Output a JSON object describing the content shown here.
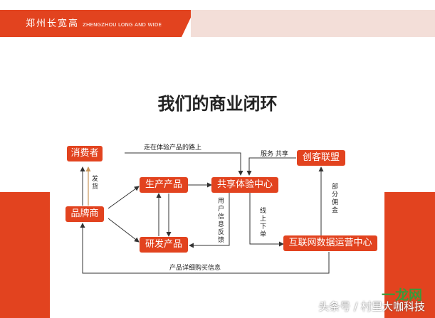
{
  "header": {
    "title_zh": "郑州长宽高",
    "title_en": "ZHENGZHOU LONG AND WIDE"
  },
  "main_title": "我们的商业闭环",
  "nodes": {
    "consumer": "消费者",
    "brand": "品牌商",
    "produce": "生产产品",
    "rnd": "研发产品",
    "experience_center": "共享体验中心",
    "alliance": "创客联盟",
    "data_ops": "互联网数据运营中心"
  },
  "edge_labels": {
    "consumer_to_center": "走在体验产品的路上",
    "shipping": "发货",
    "service_share": "服务 共享",
    "user_feedback": "用户信息反馈",
    "online_offline": "线上下单",
    "commission": "部分佣金",
    "product_info": "产品详细购买信息"
  },
  "watermark": {
    "logo": "一龙网",
    "text": "头条号 / 村里大咖科技"
  },
  "colors": {
    "accent": "#e2431f",
    "header_light": "#f3ded8",
    "arrow": "#333333",
    "ship_arrow": "#c8965a"
  }
}
